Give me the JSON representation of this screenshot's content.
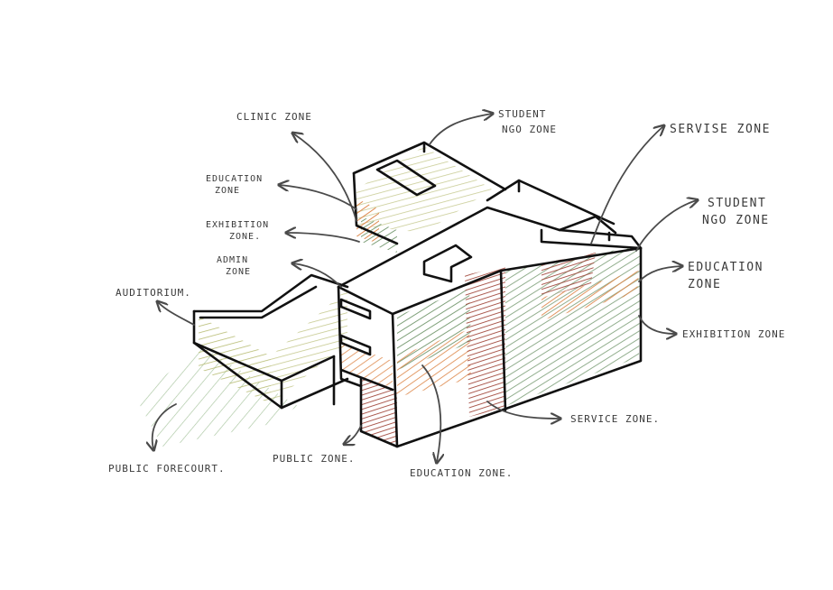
{
  "labels": {
    "clinic": "CLINIC ZONE",
    "student_ngo_top_1": "STUDENT",
    "student_ngo_top_2": "NGO ZONE",
    "service_top": "SERVISE ZONE",
    "education_left_1": "EDUCATION",
    "education_left_2": "ZONE",
    "exhibition_left_1": "EXHIBITION",
    "exhibition_left_2": "ZONE.",
    "admin_1": "ADMIN",
    "admin_2": "ZONE",
    "auditorium": "AUDITORIUM.",
    "student_ngo_right_1": "STUDENT",
    "student_ngo_right_2": "NGO ZONE",
    "education_right_1": "EDUCATION",
    "education_right_2": "ZONE",
    "exhibition_right": "EXHIBITION ZONE",
    "service_bottom": "SERVICE ZONE.",
    "education_bottom": "EDUCATION ZONE.",
    "public_zone": "PUBLIC ZONE.",
    "public_forecourt": "PUBLIC FORECOURT."
  },
  "colors": {
    "outline": "#111111",
    "arrow": "#4a4a4a",
    "green": "#7fa07a",
    "red": "#a24a3e",
    "orange": "#de8a4e",
    "olive": "#b7bb72",
    "light_green": "#9fbf95"
  }
}
